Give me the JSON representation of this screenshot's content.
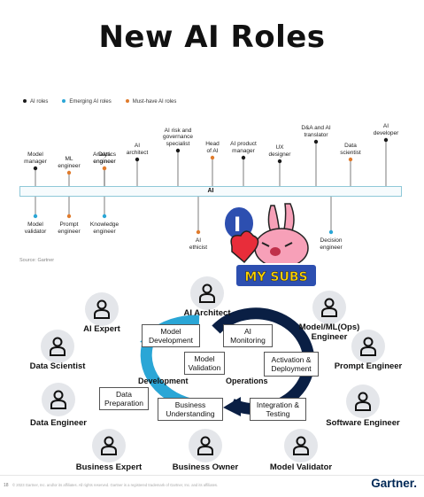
{
  "title": "New AI Roles",
  "legend": {
    "items": [
      {
        "label": "AI roles",
        "color": "#1a1a1a"
      },
      {
        "label": "Emerging AI roles",
        "color": "#2aa6d6"
      },
      {
        "label": "Must-have AI roles",
        "color": "#e07b2c"
      }
    ]
  },
  "timeline": {
    "bar_label": "AI",
    "top_roles": [
      {
        "label": "Model\nmanager",
        "kind": "ai"
      },
      {
        "label": "ML\nengineer",
        "kind": "must"
      },
      {
        "label": "Analytics\nengineer",
        "kind": "must"
      },
      {
        "label": "Data\nengineer",
        "kind": "must"
      },
      {
        "label": "AI\narchitect",
        "kind": "ai"
      },
      {
        "label": "AI risk and\ngovernance\nspecialist",
        "kind": "ai"
      },
      {
        "label": "Head\nof AI",
        "kind": "must"
      },
      {
        "label": "AI product\nmanager",
        "kind": "ai"
      },
      {
        "label": "UX\ndesigner",
        "kind": "ai"
      },
      {
        "label": "D&A and AI\ntranslator",
        "kind": "ai"
      },
      {
        "label": "Data\nscientist",
        "kind": "must"
      },
      {
        "label": "AI\ndeveloper",
        "kind": "ai"
      }
    ],
    "bottom_roles": [
      {
        "label": "Model\nvalidator",
        "kind": "emerging"
      },
      {
        "label": "Prompt\nengineer",
        "kind": "must"
      },
      {
        "label": "Knowledge\nengineer",
        "kind": "emerging"
      },
      {
        "label": "AI\nethicist",
        "kind": "must"
      },
      {
        "label": "Decision\nengineer",
        "kind": "emerging"
      }
    ],
    "source": "Source: Gartner"
  },
  "sticker": {
    "letter": "I",
    "text": "MY SUBS"
  },
  "roles": [
    {
      "name": "AI Architect"
    },
    {
      "name": "AI Expert"
    },
    {
      "name": "Model/ML(Ops)\nEngineer"
    },
    {
      "name": "Data Scientist"
    },
    {
      "name": "Prompt Engineer"
    },
    {
      "name": "Data Engineer"
    },
    {
      "name": "Software Engineer"
    },
    {
      "name": "Business Expert"
    },
    {
      "name": "Business Owner"
    },
    {
      "name": "Model Validator"
    }
  ],
  "cycle": {
    "development_label": "Development",
    "operations_label": "Operations",
    "dev_color": "#2aa6d6",
    "ops_color": "#0a1f44",
    "boxes": [
      {
        "label": "Model\nDevelopment"
      },
      {
        "label": "AI\nMonitoring"
      },
      {
        "label": "Model\nValidation"
      },
      {
        "label": "Activation &\nDeployment"
      },
      {
        "label": "Data\nPreparation"
      },
      {
        "label": "Business\nUnderstanding"
      },
      {
        "label": "Integration &\nTesting"
      }
    ]
  },
  "footer": {
    "page_number": "18",
    "legal": "© 2023 Gartner, Inc. and/or its affiliates. All rights reserved. Gartner is a registered trademark of Gartner, Inc. and its affiliates.",
    "brand": "Gartner."
  }
}
